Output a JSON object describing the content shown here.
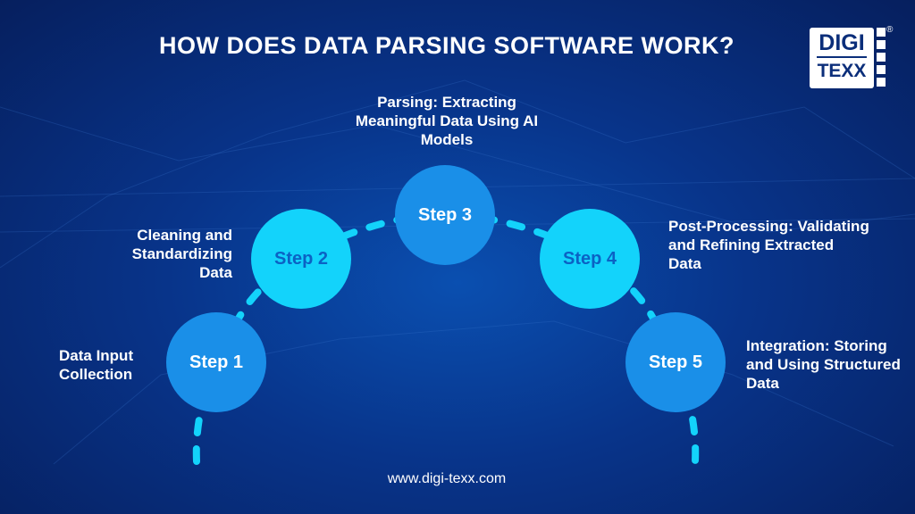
{
  "title": "HOW DOES DATA PARSING SOFTWARE WORK?",
  "logo": {
    "line1": "DIGI",
    "line2": "TEXX",
    "registered": "®"
  },
  "steps": [
    {
      "label": "Step 1",
      "description": "Data Input Collection"
    },
    {
      "label": "Step 2",
      "description": "Cleaning and Standardizing Data"
    },
    {
      "label": "Step 3",
      "description": "Parsing: Extracting Meaningful Data Using AI Models"
    },
    {
      "label": "Step 4",
      "description": "Post-Processing: Validating and Refining Extracted Data"
    },
    {
      "label": "Step 5",
      "description": "Integration: Storing and Using Structured Data"
    }
  ],
  "footer": "www.digi-texx.com",
  "colors": {
    "dark_step": "#1a8fe8",
    "light_step": "#13d3fb",
    "dash": "#13d3fb"
  }
}
